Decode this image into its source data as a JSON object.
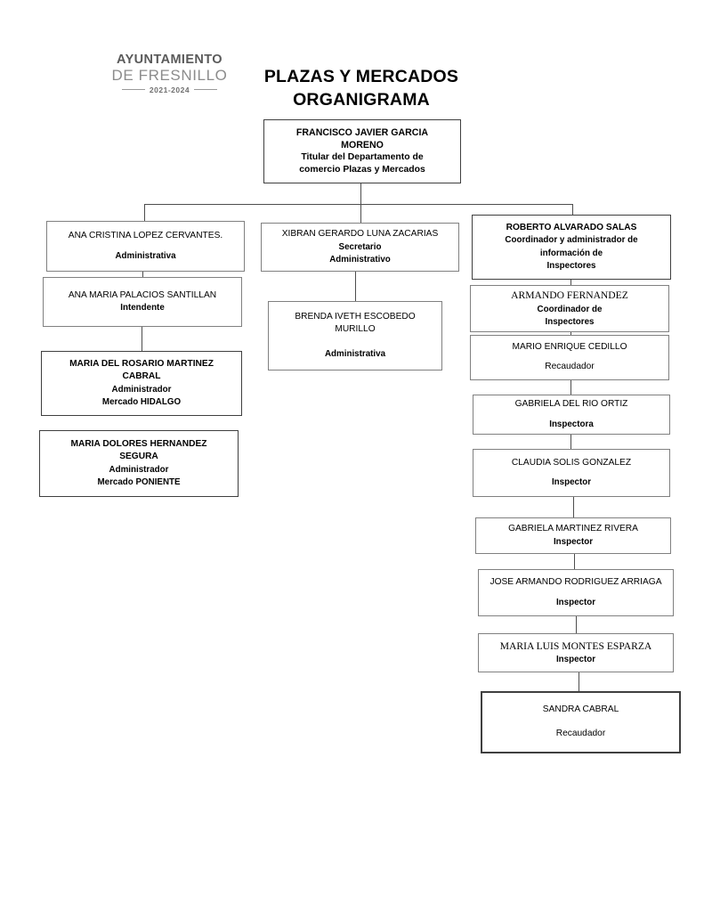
{
  "logo": {
    "line1": "AYUNTAMIENTO",
    "line2": "DE FRESNILLO",
    "years": "2021-2024"
  },
  "title": {
    "line1": "PLAZAS Y MERCADOS",
    "line2": "ORGANIGRAMA"
  },
  "chart_data": {
    "type": "diagram",
    "diagram_kind": "organizational-chart",
    "title": "PLAZAS Y MERCADOS ORGANIGRAMA",
    "nodes": [
      {
        "id": "root",
        "name_lines": [
          "FRANCISCO JAVIER GARCIA",
          "MORENO"
        ],
        "title_lines": [
          "Titular del Departamento de",
          "comercio Plazas y Mercados"
        ],
        "parent": null
      },
      {
        "id": "ana-cristina",
        "name_lines": [
          "ANA CRISTINA LOPEZ CERVANTES."
        ],
        "title_lines": [
          "Administrativa"
        ],
        "parent": "root"
      },
      {
        "id": "ana-maria",
        "name_lines": [
          "ANA MARIA PALACIOS SANTILLAN"
        ],
        "title_lines": [
          "Intendente"
        ],
        "parent": "ana-cristina"
      },
      {
        "id": "rosario-martinez",
        "name_lines": [
          "MARIA DEL ROSARIO MARTINEZ",
          "CABRAL"
        ],
        "title_lines": [
          "Administrador",
          "Mercado HIDALGO"
        ],
        "parent": "ana-maria"
      },
      {
        "id": "dolores-hernandez",
        "name_lines": [
          "MARIA DOLORES HERNANDEZ",
          "SEGURA"
        ],
        "title_lines": [
          "Administrador",
          "Mercado PONIENTE"
        ],
        "parent": null
      },
      {
        "id": "xibran",
        "name_lines": [
          "XIBRAN GERARDO LUNA ZACARIAS"
        ],
        "title_lines": [
          "Secretario",
          "Administrativo"
        ],
        "parent": "root"
      },
      {
        "id": "brenda",
        "name_lines": [
          "BRENDA IVETH ESCOBEDO",
          "MURILLO"
        ],
        "title_lines": [
          "Administrativa"
        ],
        "parent": "xibran"
      },
      {
        "id": "roberto",
        "name_lines": [
          "ROBERTO ALVARADO SALAS"
        ],
        "title_lines": [
          "Coordinador y administrador de",
          "información de",
          "Inspectores"
        ],
        "parent": "root"
      },
      {
        "id": "armando-fernandez",
        "name_lines": [
          "ARMANDO FERNANDEZ"
        ],
        "title_lines": [
          "Coordinador de",
          "Inspectores"
        ],
        "parent": "roberto"
      },
      {
        "id": "mario-cedillo",
        "name_lines": [
          "MARIO ENRIQUE CEDILLO"
        ],
        "title_lines": [
          "Recaudador"
        ],
        "parent": "armando-fernandez"
      },
      {
        "id": "gabriela-del-rio",
        "name_lines": [
          "GABRIELA DEL RIO ORTIZ"
        ],
        "title_lines": [
          "Inspectora"
        ],
        "parent": "mario-cedillo"
      },
      {
        "id": "claudia-solis",
        "name_lines": [
          "CLAUDIA SOLIS GONZALEZ"
        ],
        "title_lines": [
          "Inspector"
        ],
        "parent": "gabriela-del-rio"
      },
      {
        "id": "gabriela-martinez",
        "name_lines": [
          "GABRIELA MARTINEZ RIVERA"
        ],
        "title_lines": [
          "Inspector"
        ],
        "parent": "claudia-solis"
      },
      {
        "id": "jose-armando",
        "name_lines": [
          "JOSE ARMANDO RODRIGUEZ ARRIAGA"
        ],
        "title_lines": [
          "Inspector"
        ],
        "parent": "gabriela-martinez"
      },
      {
        "id": "maria-luis",
        "name_lines": [
          "MARIA LUIS MONTES ESPARZA"
        ],
        "title_lines": [
          "Inspector"
        ],
        "parent": "jose-armando"
      },
      {
        "id": "sandra-cabral",
        "name_lines": [
          "SANDRA CABRAL"
        ],
        "title_lines": [
          "Recaudador"
        ],
        "parent": "maria-luis"
      }
    ]
  },
  "nodes": {
    "root": {
      "name1": "FRANCISCO JAVIER GARCIA",
      "name2": "MORENO",
      "title1": "Titular del Departamento de",
      "title2": "comercio Plazas y Mercados"
    },
    "ana_cristina": {
      "name1": "ANA CRISTINA LOPEZ CERVANTES.",
      "title1": "Administrativa"
    },
    "ana_maria": {
      "name1": "ANA MARIA PALACIOS SANTILLAN",
      "title1": "Intendente"
    },
    "rosario_martinez": {
      "name1": "MARIA DEL ROSARIO MARTINEZ",
      "name2": "CABRAL",
      "title1": "Administrador",
      "title2": "Mercado HIDALGO"
    },
    "dolores_hernandez": {
      "name1": "MARIA DOLORES HERNANDEZ",
      "name2": "SEGURA",
      "title1": "Administrador",
      "title2": "Mercado PONIENTE"
    },
    "xibran": {
      "name1": "XIBRAN GERARDO LUNA ZACARIAS",
      "title1": "Secretario",
      "title2": "Administrativo"
    },
    "brenda": {
      "name1": "BRENDA IVETH ESCOBEDO",
      "name2": "MURILLO",
      "title1": "Administrativa"
    },
    "roberto": {
      "name1": "ROBERTO ALVARADO SALAS",
      "title1": "Coordinador y administrador de",
      "title2": "información de",
      "title3": "Inspectores"
    },
    "armando_fernandez": {
      "name1": "ARMANDO FERNANDEZ",
      "title1": "Coordinador de",
      "title2": "Inspectores"
    },
    "mario_cedillo": {
      "name1": "MARIO ENRIQUE CEDILLO",
      "title1": "Recaudador"
    },
    "gabriela_del_rio": {
      "name1": "GABRIELA DEL RIO ORTIZ",
      "title1": "Inspectora"
    },
    "claudia_solis": {
      "name1": "CLAUDIA SOLIS GONZALEZ",
      "title1": "Inspector"
    },
    "gabriela_martinez": {
      "name1": "GABRIELA MARTINEZ RIVERA",
      "title1": "Inspector"
    },
    "jose_armando": {
      "name1": "JOSE ARMANDO RODRIGUEZ ARRIAGA",
      "title1": "Inspector"
    },
    "maria_luis": {
      "name1": "MARIA LUIS MONTES ESPARZA",
      "title1": "Inspector"
    },
    "sandra_cabral": {
      "name1": "SANDRA CABRAL",
      "title1": "Recaudador"
    }
  },
  "colors": {
    "box_border": "#808080",
    "box_border_dark": "#3f3f3f",
    "connector": "#4d4d4d",
    "text": "#000000",
    "logo_dark": "#5a5a5a",
    "logo_light": "#8c8c8c"
  }
}
